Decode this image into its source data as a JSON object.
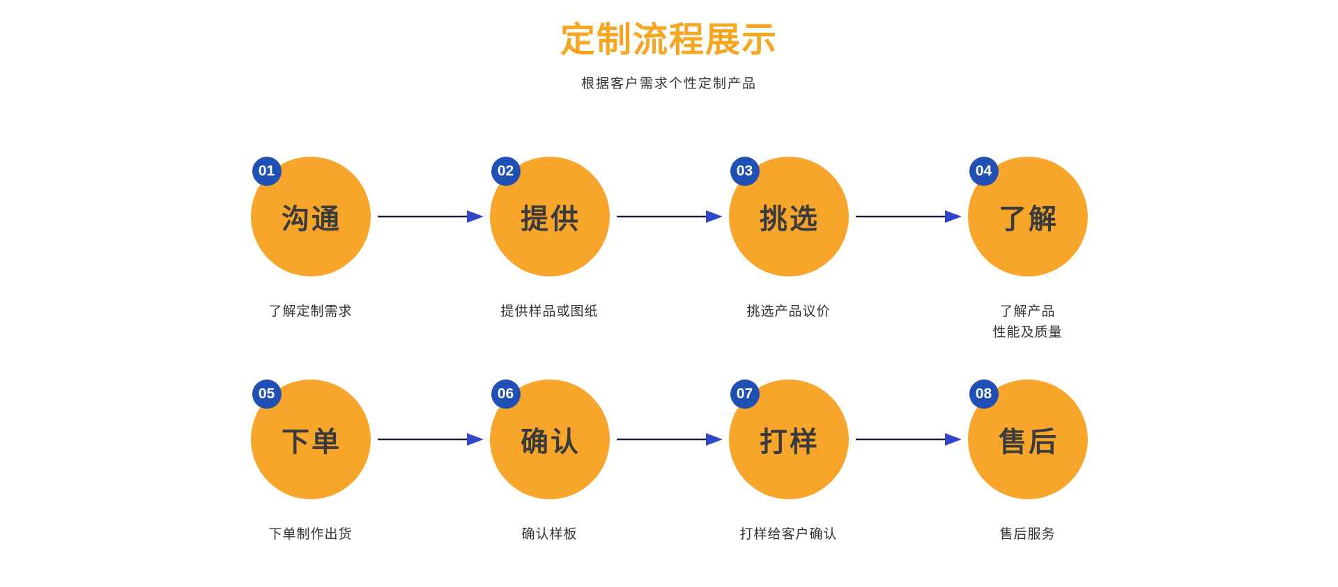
{
  "page": {
    "title": "定制流程展示",
    "subtitle": "根据客户需求个性定制产品"
  },
  "colors": {
    "title_orange": "#F5A623",
    "circle_orange": "#F7A62B",
    "badge_blue": "#2150B5",
    "arrow_line": "#1B2040",
    "arrow_head": "#3246C8",
    "text_dark": "#3B3B3B"
  },
  "flow": {
    "rows": [
      {
        "steps": [
          {
            "number": "01",
            "label": "沟通",
            "caption": "了解定制需求"
          },
          {
            "number": "02",
            "label": "提供",
            "caption": "提供样品或图纸"
          },
          {
            "number": "03",
            "label": "挑选",
            "caption": "挑选产品议价"
          },
          {
            "number": "04",
            "label": "了解",
            "caption": "了解产品\n性能及质量"
          }
        ]
      },
      {
        "steps": [
          {
            "number": "05",
            "label": "下单",
            "caption": "下单制作出货"
          },
          {
            "number": "06",
            "label": "确认",
            "caption": "确认样板"
          },
          {
            "number": "07",
            "label": "打样",
            "caption": "打样给客户确认"
          },
          {
            "number": "08",
            "label": "售后",
            "caption": "售后服务"
          }
        ]
      }
    ]
  }
}
